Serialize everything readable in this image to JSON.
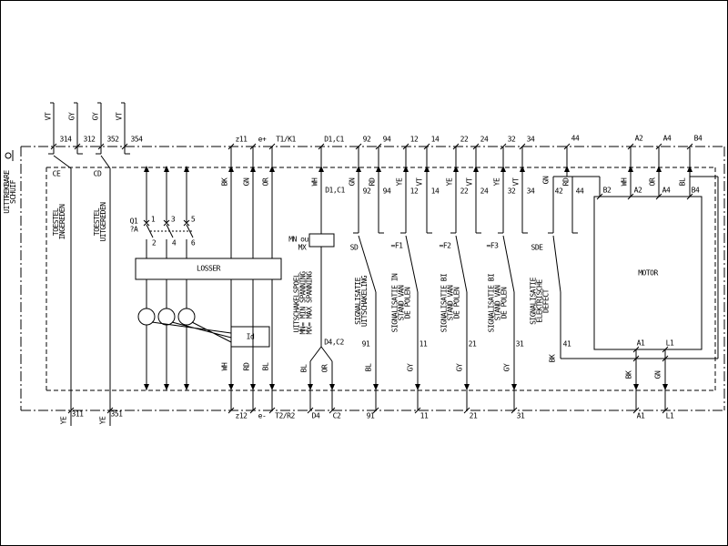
{
  "colors": {
    "vt": "VT",
    "gy": "GY",
    "bk": "BK",
    "gn": "GN",
    "or": "OR",
    "wh": "WH",
    "rd": "RD",
    "bl": "BL",
    "ye": "YE"
  },
  "terminals": {
    "t314": "314",
    "t312": "312",
    "t352": "352",
    "t354": "354",
    "t311": "311",
    "t351": "351",
    "z11": "z11",
    "z12": "z12",
    "eplus": "e+",
    "eminus": "e-",
    "t1k1": "T1/K1",
    "t2r2": "T2/R2",
    "d1c1": "D1,C1",
    "d4c2": "D4,C2",
    "d4": "D4",
    "c2": "C2",
    "t92": "92",
    "t94": "94",
    "t91": "91",
    "t12": "12",
    "t14": "14",
    "t11": "11",
    "t22": "22",
    "t24": "24",
    "t21": "21",
    "t32": "32",
    "t34": "34",
    "t31": "31",
    "t42": "42",
    "t44": "44",
    "t41": "41",
    "b2": "B2",
    "a2": "A2",
    "a4": "A4",
    "b4": "B4",
    "a1": "A1",
    "l1": "L1",
    "p1": "1",
    "p2": "2",
    "p3": "3",
    "p4": "4",
    "p5": "5",
    "p6": "6"
  },
  "devices": {
    "ce": "CE",
    "cd": "CD",
    "q1": "Q1",
    "q1_rating": "?A",
    "losser": "LOSSER",
    "id_relay": "Id",
    "coil_line1": "MN ou",
    "coil_line2": "MX",
    "sd": "SD",
    "f1": "=F1",
    "f2": "=F2",
    "f3": "=F3",
    "sde": "SDE",
    "motor": "MOTOR"
  },
  "descriptions": {
    "uittrekbare_schuif": "UITTREKBARE\nSCHUIF",
    "toestel_ingereden": "TOESTEL\nINGEREDEN",
    "toestel_uitgereden": "TOESTEL\nUITGEREDEN",
    "uitschakelspoel": "UITSCHAKELSPOEL\nMN= MIN SPANNING\nMX= MAX SPANNING",
    "sig_uitschakeling": "SIGNALISATIE\nUITSCHAKELING",
    "sig_in_stand": "SIGNALISATIE IN\nSTAND VAN\nDE POLEN",
    "sig_bi_stand": "SIGNALISATIE BI\nSTAND VAN\nDE POLEN",
    "sig_defect": "SIGNALISATIE\nELEKTRISCHE\nDEFECT"
  }
}
